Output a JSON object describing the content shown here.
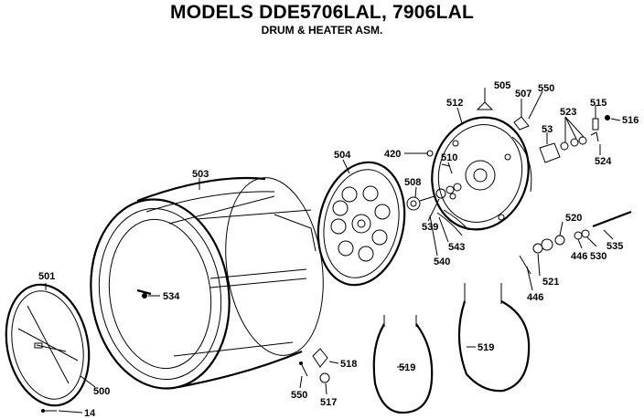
{
  "header": {
    "title": "MODELS DDE5706LAL, 7906LAL",
    "subtitle": "DRUM & HEATER ASM."
  },
  "part_labels": [
    {
      "id": "p505",
      "text": "505"
    },
    {
      "id": "p507",
      "text": "507"
    },
    {
      "id": "p550a",
      "text": "550"
    },
    {
      "id": "p512",
      "text": "512"
    },
    {
      "id": "p53",
      "text": "53"
    },
    {
      "id": "p523",
      "text": "523"
    },
    {
      "id": "p515",
      "text": "515"
    },
    {
      "id": "p516",
      "text": "516"
    },
    {
      "id": "p524",
      "text": "524"
    },
    {
      "id": "p420",
      "text": "420"
    },
    {
      "id": "p510",
      "text": "510"
    },
    {
      "id": "p504",
      "text": "504"
    },
    {
      "id": "p503",
      "text": "503"
    },
    {
      "id": "p508",
      "text": "508"
    },
    {
      "id": "p539",
      "text": "539"
    },
    {
      "id": "p543",
      "text": "543"
    },
    {
      "id": "p540",
      "text": "540"
    },
    {
      "id": "p520",
      "text": "520"
    },
    {
      "id": "p446a",
      "text": "446"
    },
    {
      "id": "p530",
      "text": "530"
    },
    {
      "id": "p535",
      "text": "535"
    },
    {
      "id": "p521",
      "text": "521"
    },
    {
      "id": "p446b",
      "text": "446"
    },
    {
      "id": "p501",
      "text": "501"
    },
    {
      "id": "p534",
      "text": "534"
    },
    {
      "id": "p519a",
      "text": "519"
    },
    {
      "id": "p519b",
      "text": "519"
    },
    {
      "id": "p518",
      "text": "518"
    },
    {
      "id": "p550b",
      "text": "550"
    },
    {
      "id": "p517",
      "text": "517"
    },
    {
      "id": "p500",
      "text": "500"
    },
    {
      "id": "p14",
      "text": "14"
    }
  ]
}
